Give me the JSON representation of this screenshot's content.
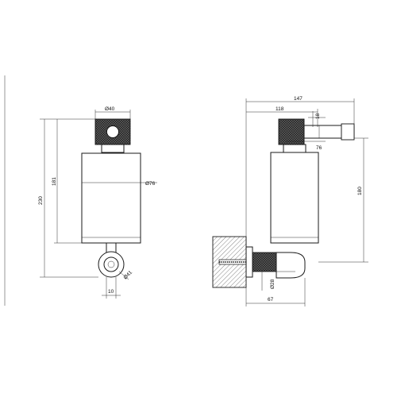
{
  "front_view": {
    "dims": {
      "diam_top": "Ø40",
      "diam_body": "Ø76",
      "diam_bottom": "Ø41",
      "height_total": "230",
      "height_body": "181",
      "width_bottom": "10"
    }
  },
  "side_view": {
    "dims": {
      "width_total": "147",
      "width_head": "118",
      "spout_offset": "76",
      "spout_height": "18",
      "height_body": "180",
      "diam_bottom": "Ø28",
      "wall_depth": "67"
    }
  },
  "colors": {
    "line": "#1a1a1a",
    "knurl": "#2b2b2b",
    "background": "#ffffff"
  }
}
